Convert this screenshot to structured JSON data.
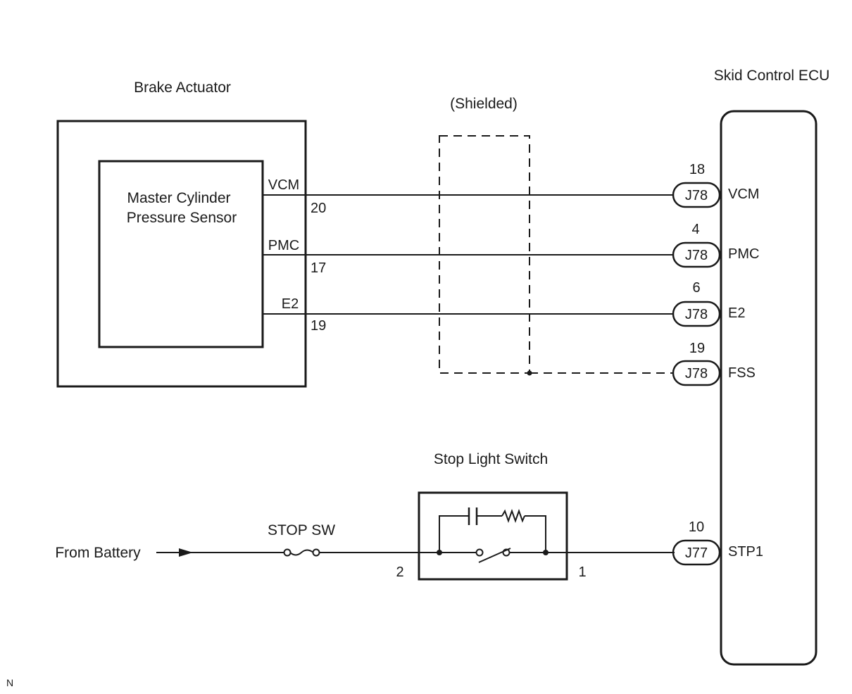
{
  "components": {
    "brake_actuator": "Brake Actuator",
    "sensor_line1": "Master Cylinder",
    "sensor_line2": "Pressure Sensor",
    "skid_ecu": "Skid Control ECU",
    "shielded": "(Shielded)",
    "stop_light_switch": "Stop Light Switch",
    "fuse": "STOP SW",
    "from_battery": "From Battery"
  },
  "sensor_pins": [
    {
      "name": "VCM",
      "number": "20"
    },
    {
      "name": "PMC",
      "number": "17"
    },
    {
      "name": "E2",
      "number": "19"
    }
  ],
  "ecu_pins": [
    {
      "number": "18",
      "connector": "J78",
      "name": "VCM"
    },
    {
      "number": "4",
      "connector": "J78",
      "name": "PMC"
    },
    {
      "number": "6",
      "connector": "J78",
      "name": "E2"
    },
    {
      "number": "19",
      "connector": "J78",
      "name": "FSS"
    },
    {
      "number": "10",
      "connector": "J77",
      "name": "STP1"
    }
  ],
  "switch_pins": {
    "left": "2",
    "right": "1"
  },
  "footer_mark": "N"
}
